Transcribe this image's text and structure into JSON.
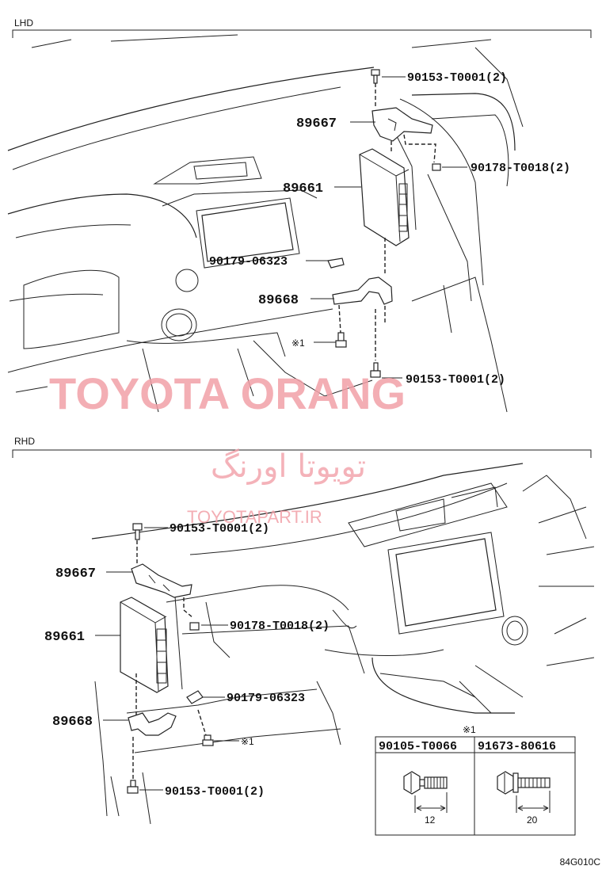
{
  "sections": {
    "lhd": "LHD",
    "rhd": "RHD"
  },
  "lhd_parts": {
    "bolt_top": "90153-T0001(2)",
    "bracket_upper": "89667",
    "nut": "90178-T0018(2)",
    "ecu": "89661",
    "clip": "90179-06323",
    "bracket_lower": "89668",
    "bolt_note": "※1",
    "bolt_bottom": "90153-T0001(2)"
  },
  "rhd_parts": {
    "bolt_top": "90153-T0001(2)",
    "bracket_upper": "89667",
    "ecu": "89661",
    "nut": "90178-T0018(2)",
    "clip": "90179-06323",
    "bracket_lower": "89668",
    "bolt_note": "※1",
    "bolt_bottom": "90153-T0001(2)"
  },
  "legend": {
    "mark": "※1",
    "items": [
      {
        "part": "90105-T0066",
        "length": "12"
      },
      {
        "part": "91673-80616",
        "length": "20"
      }
    ]
  },
  "watermark": {
    "brand": "TOYOTA ORANG",
    "persian": "تویوتا اورنگ",
    "site": "TOYOTAPART.IR"
  },
  "figure_code": "84G010C"
}
